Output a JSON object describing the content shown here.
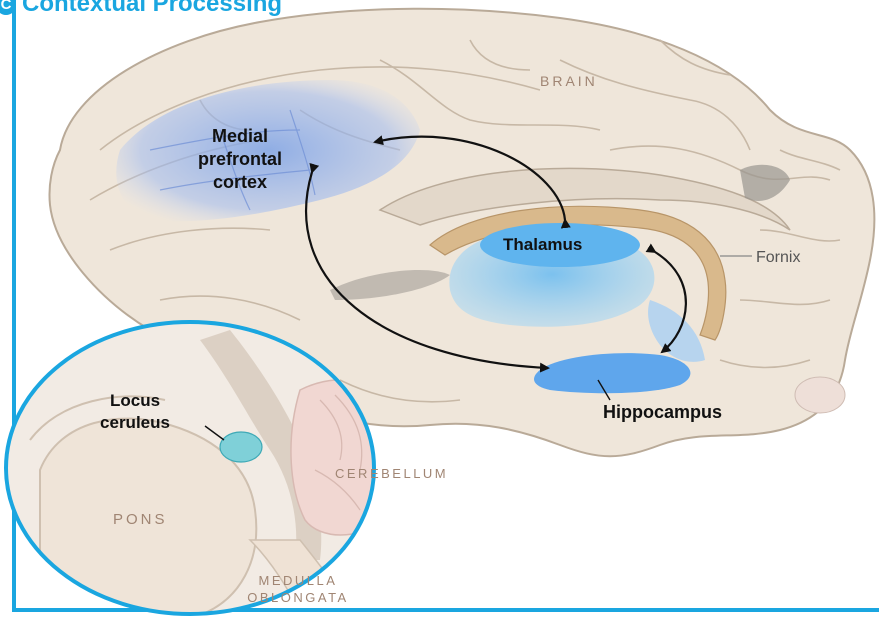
{
  "panel": {
    "letter": "C",
    "title": "Contextual Processing"
  },
  "labels": {
    "brain": "BRAIN",
    "medial_prefrontal_cortex": [
      "Medial",
      "prefrontal",
      "cortex"
    ],
    "thalamus": "Thalamus",
    "fornix": "Fornix",
    "hippocampus": "Hippocampus"
  },
  "inset": {
    "locus_ceruleus": [
      "Locus",
      "ceruleus"
    ],
    "cerebellum": "CEREBELLUM",
    "pons": "PONS",
    "medulla_oblongata": [
      "MEDULLA",
      "OBLONGATA"
    ]
  },
  "colors": {
    "frame": "#1aa6e0",
    "brain_fill": "#ede3d6",
    "brain_line": "#b9aa98",
    "highlight_blue": "#8fb3e8",
    "thalamus_blue": "#7ec4ee",
    "fornix_tan": "#d9b98c",
    "locus_teal": "#7fd0d8",
    "arrow": "#111111",
    "anatomy_label": "#a08573"
  }
}
